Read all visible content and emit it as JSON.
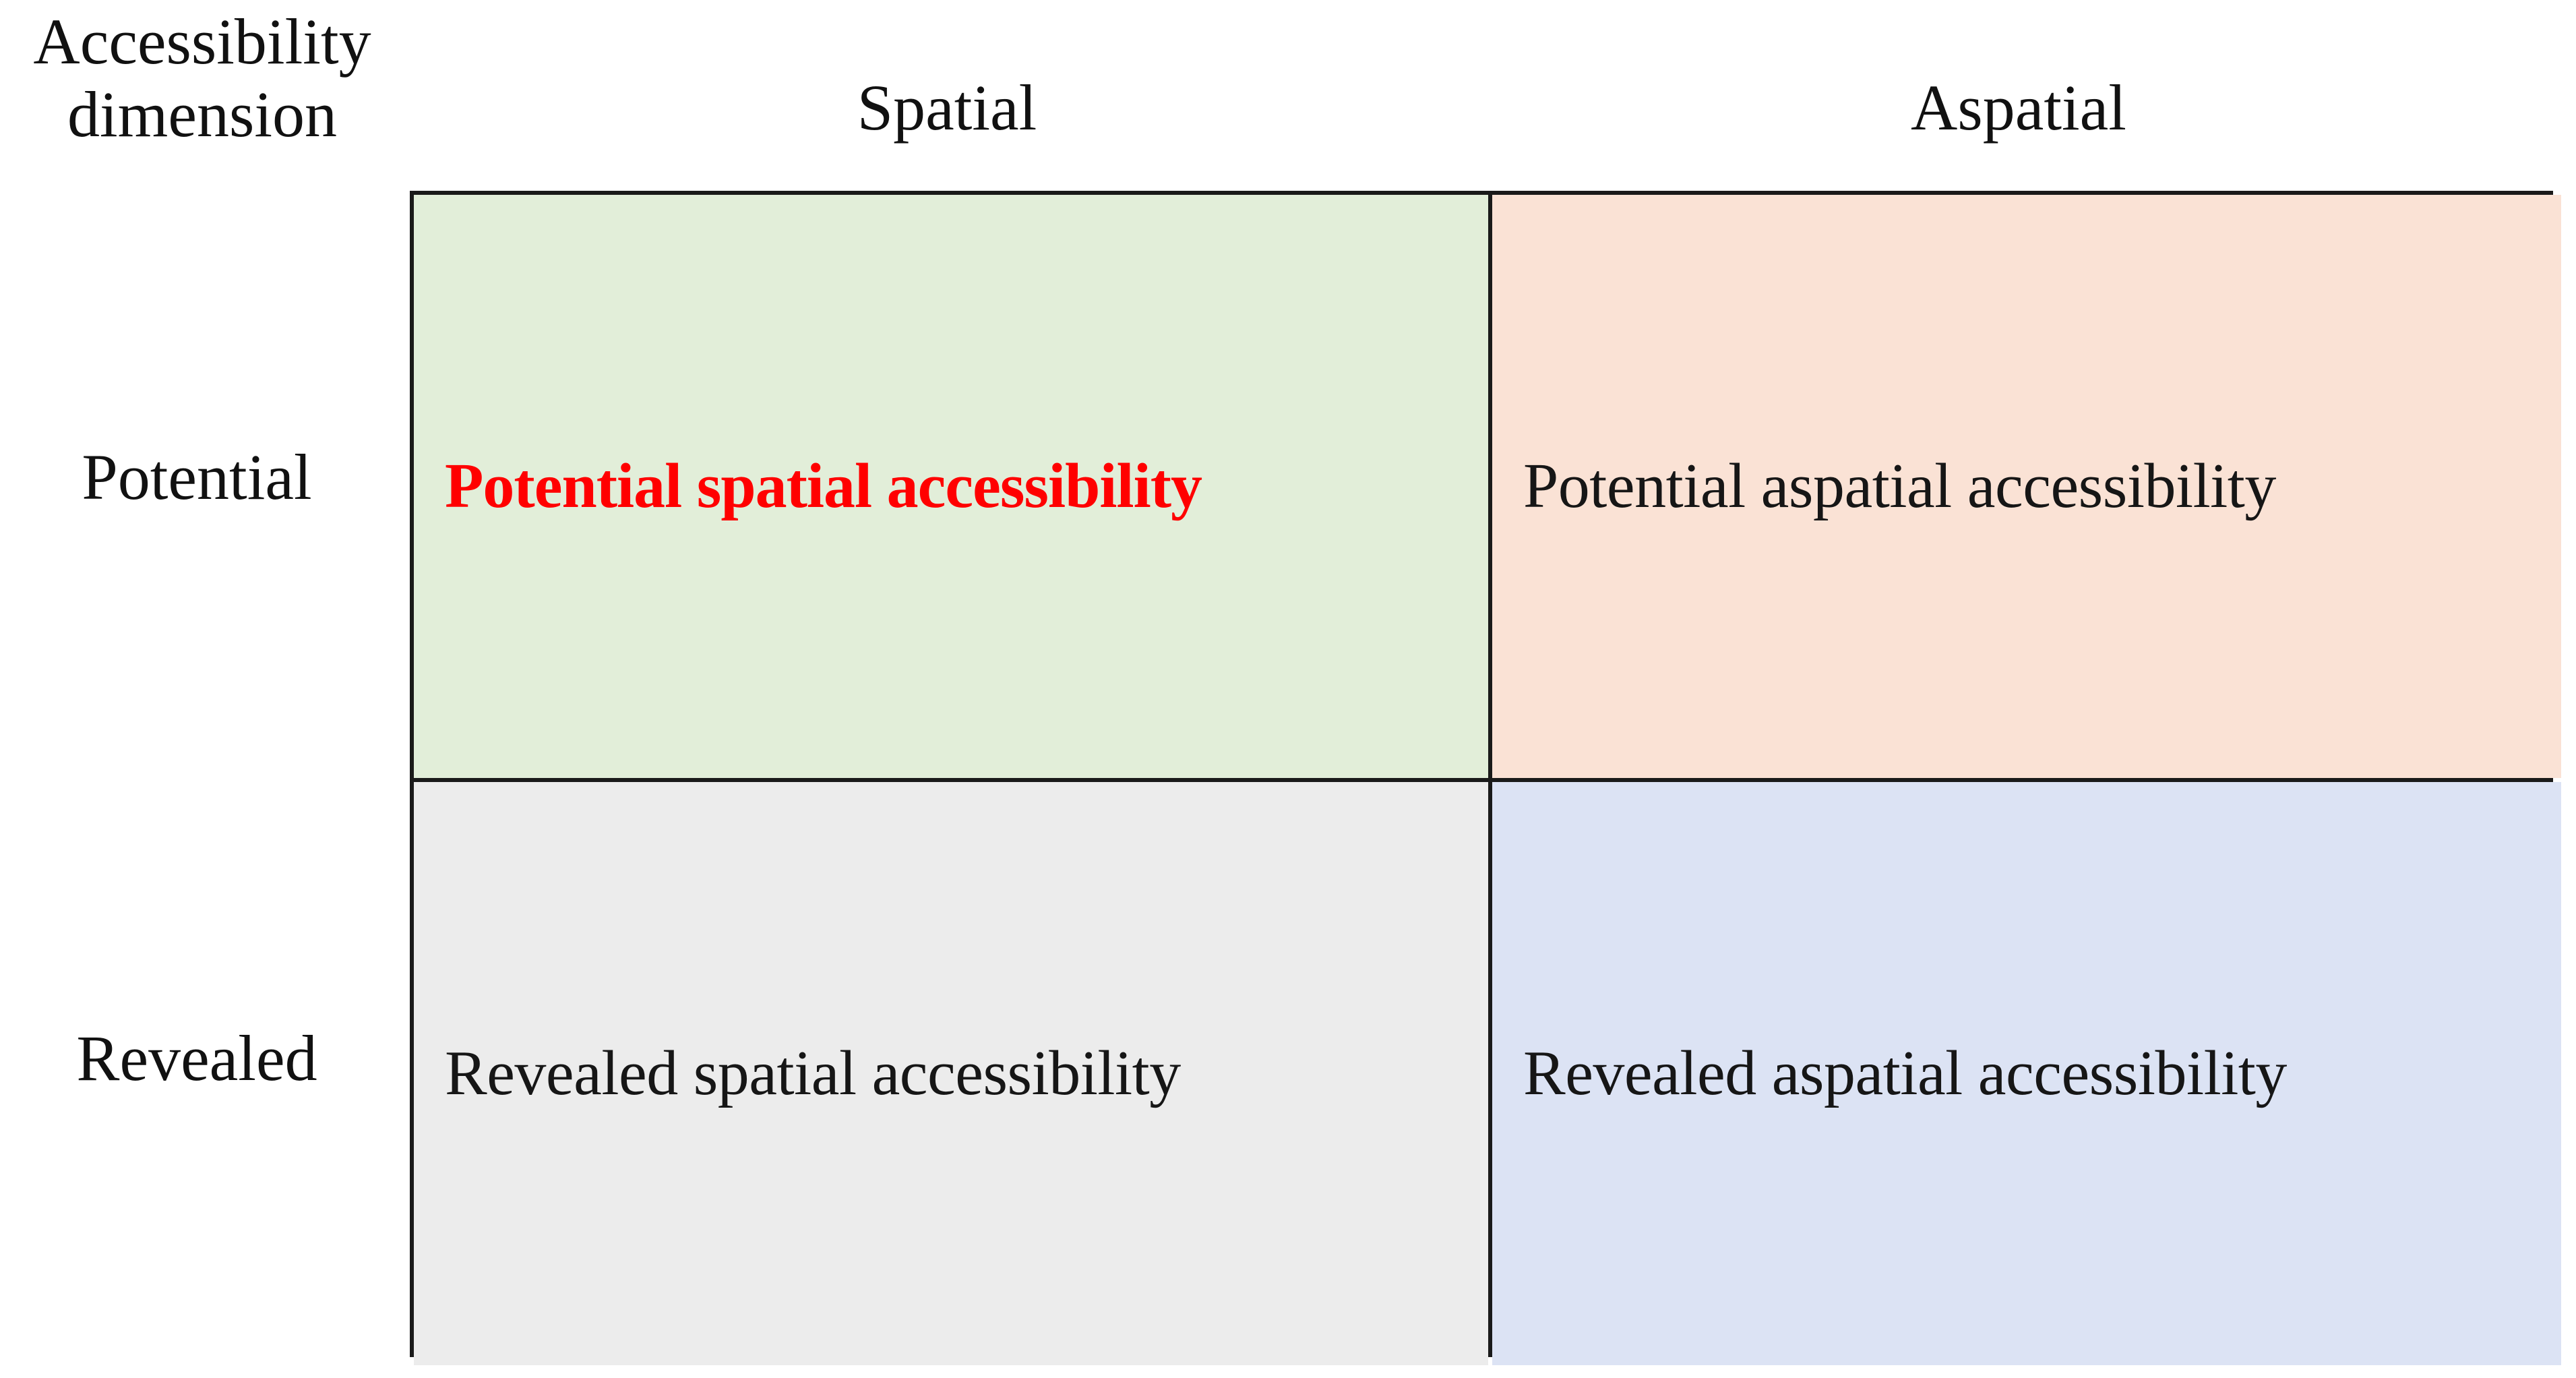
{
  "figure": {
    "type": "2x2-matrix",
    "corner_heading": "Accessibility\ndimension",
    "columns": [
      {
        "id": "spatial",
        "label": "Spatial"
      },
      {
        "id": "aspatial",
        "label": "Aspatial"
      }
    ],
    "rows": [
      {
        "id": "potential",
        "label": "Potential"
      },
      {
        "id": "revealed",
        "label": "Revealed"
      }
    ],
    "cells": [
      {
        "id": "potential-spatial",
        "row": "Potential",
        "column": "Spatial",
        "label": "Potential spatial accessibility",
        "background": "#e2eed9",
        "text_color": "#ff0000",
        "emphasis": "bold-red-highlight"
      },
      {
        "id": "potential-aspatial",
        "row": "Potential",
        "column": "Aspatial",
        "label": "Potential aspatial accessibility",
        "background": "#fae2d5",
        "text_color": "#161616",
        "emphasis": "none"
      },
      {
        "id": "revealed-spatial",
        "row": "Revealed",
        "column": "Spatial",
        "label": "Revealed spatial accessibility",
        "background": "#ececec",
        "text_color": "#161616",
        "emphasis": "none"
      },
      {
        "id": "revealed-aspatial",
        "row": "Revealed",
        "column": "Aspatial",
        "label": "Revealed aspatial accessibility",
        "background": "#dce3f4",
        "text_color": "#161616",
        "emphasis": "none"
      }
    ],
    "colors": {
      "border": "#1a1a1a",
      "page_background": "#ffffff",
      "highlight_red": "#ff0000",
      "quadrant_green": "#e2eed9",
      "quadrant_peach": "#fae2d5",
      "quadrant_gray": "#ececec",
      "quadrant_blue": "#dce3f4"
    }
  }
}
